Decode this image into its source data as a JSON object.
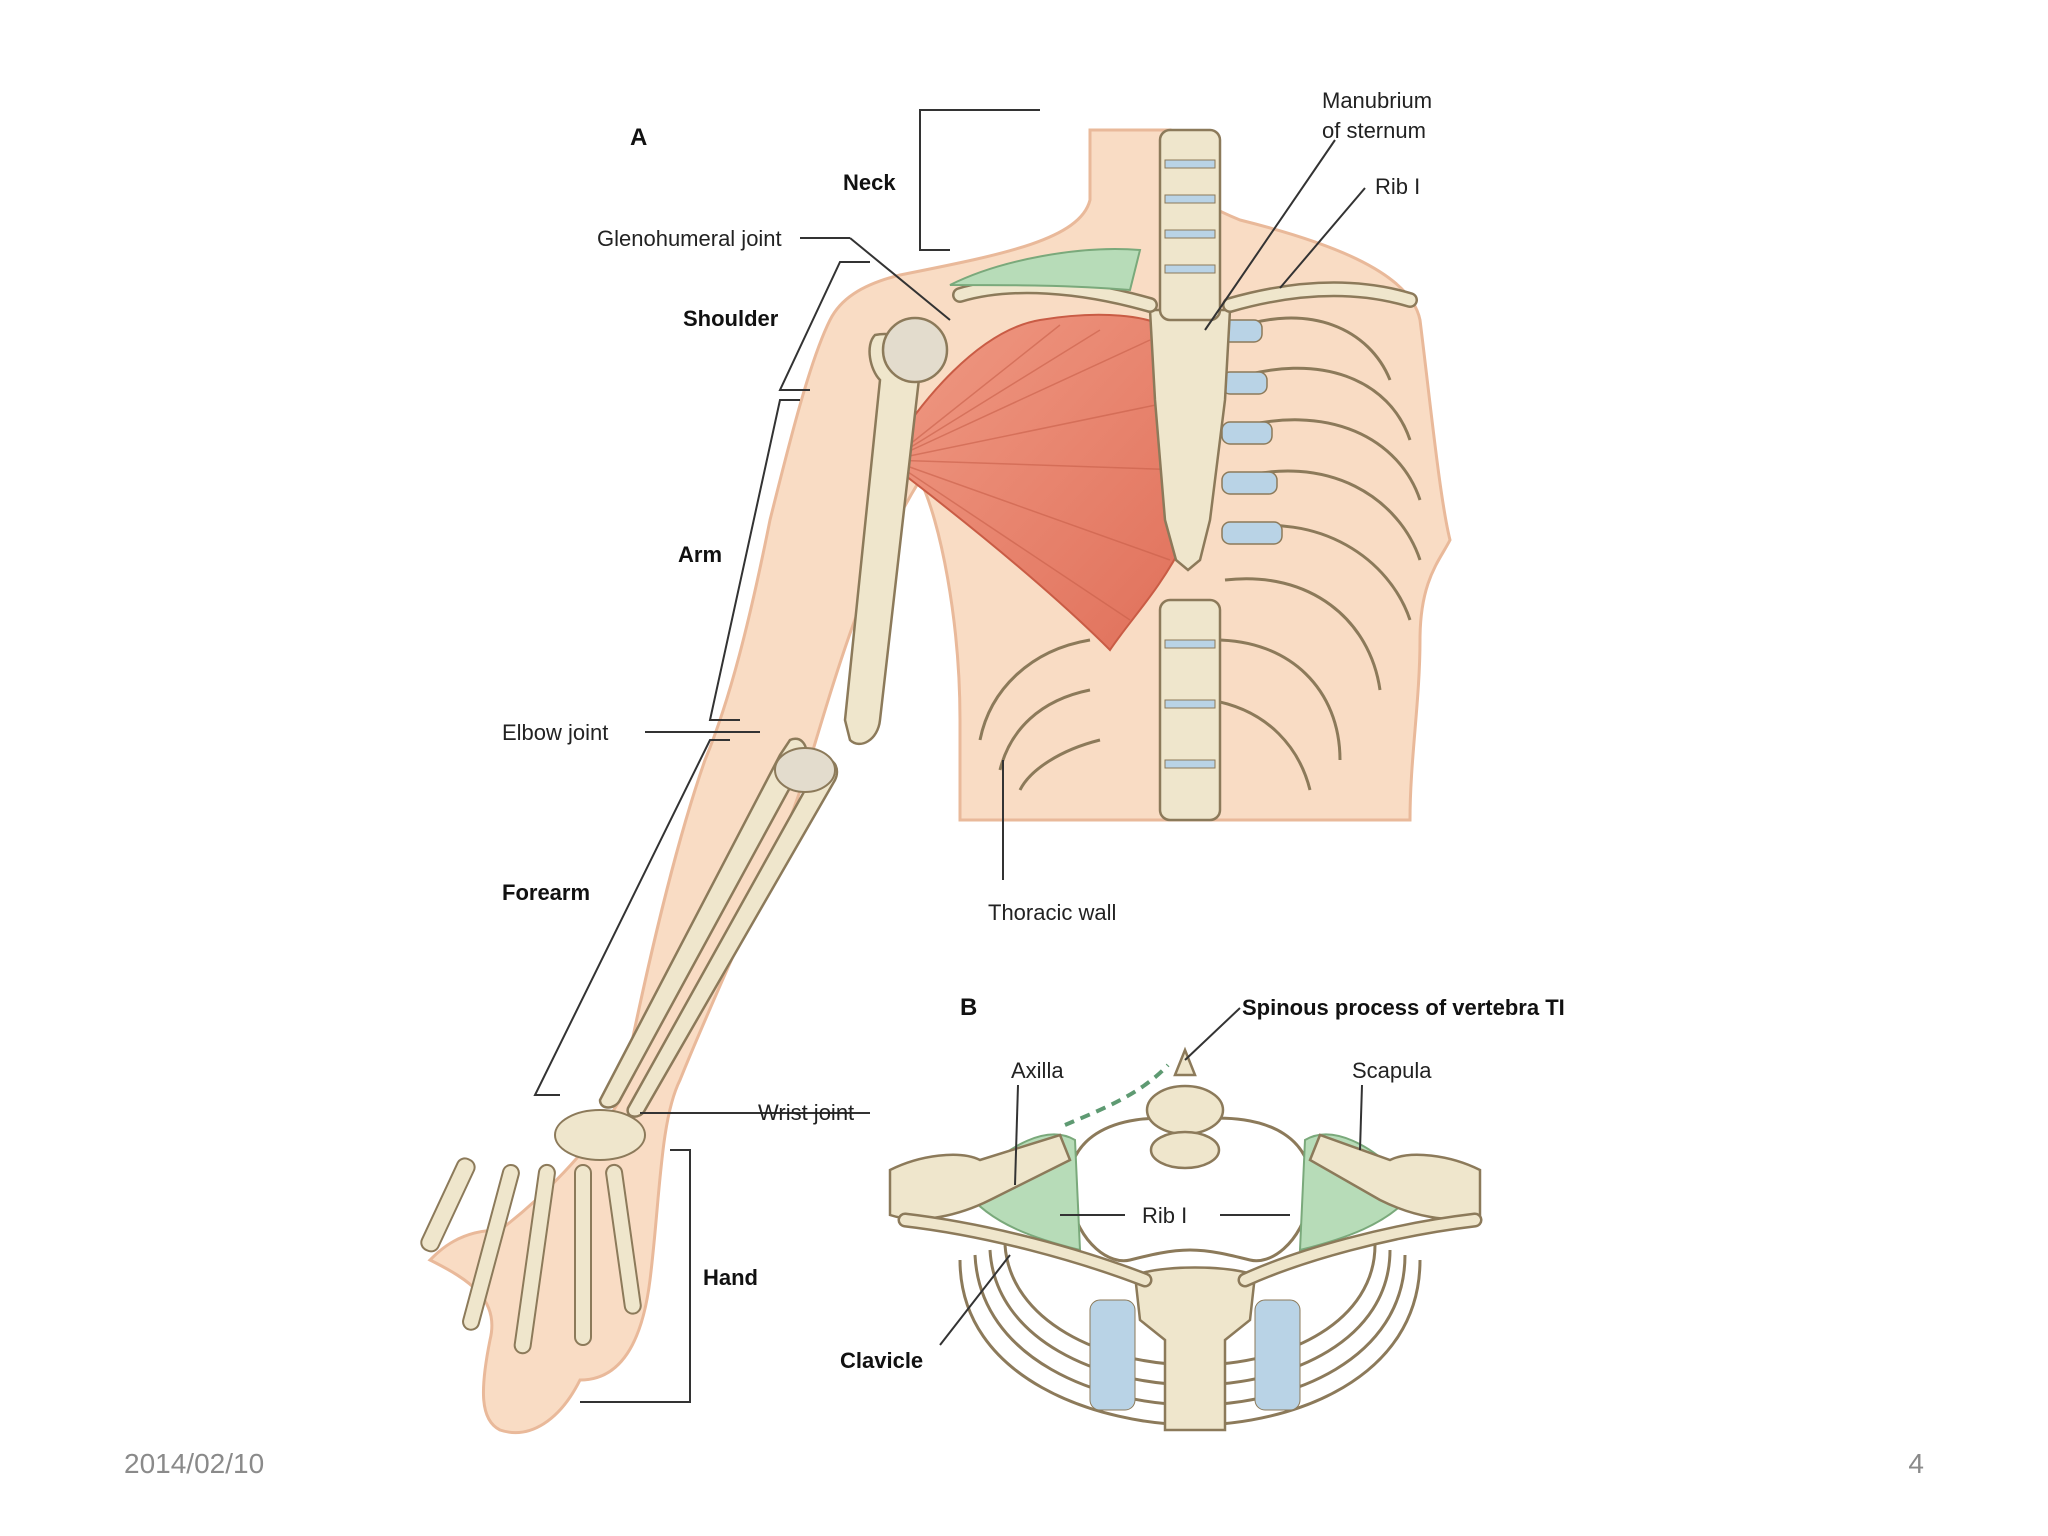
{
  "figure": {
    "panel_a": {
      "letter": "A",
      "labels": {
        "neck": "Neck",
        "shoulder": "Shoulder",
        "arm": "Arm",
        "forearm": "Forearm",
        "hand": "Hand",
        "glenohumeral_joint": "Glenohumeral joint",
        "elbow_joint": "Elbow joint",
        "wrist_joint": "Wrist joint",
        "manubrium_line1": "Manubrium",
        "manubrium_line2": "of sternum",
        "rib_1": "Rib I",
        "thoracic_wall": "Thoracic wall"
      }
    },
    "panel_b": {
      "letter": "B",
      "labels": {
        "spinous_process": "Spinous process of vertebra TI",
        "axilla": "Axilla",
        "scapula": "Scapula",
        "rib_1": "Rib I",
        "clavicle": "Clavicle"
      }
    },
    "colors": {
      "skin": "#f9dcc4",
      "bone": "#efe6cc",
      "bone_outline": "#8c7a5a",
      "muscle": "#e8806a",
      "cartilage": "#b9d3e6",
      "axilla_green": "#b7dcb8"
    }
  },
  "footer": {
    "date": "2014/02/10",
    "page_number": "4"
  }
}
